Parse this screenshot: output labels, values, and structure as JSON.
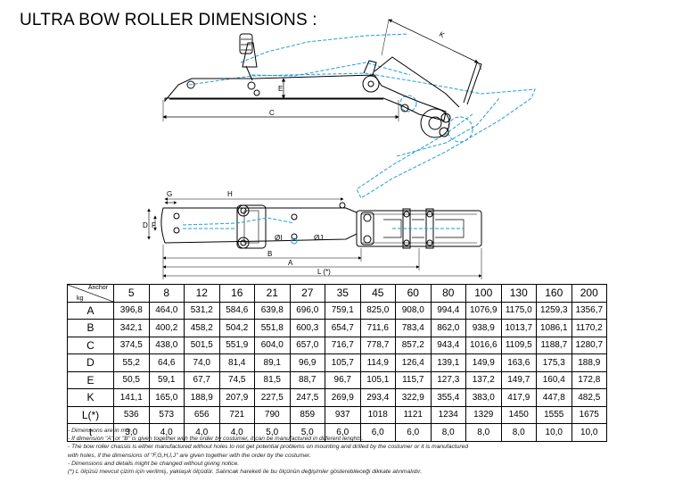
{
  "title": "ULTRA BOW ROLLER DIMENSIONS :",
  "drawing": {
    "side_labels": {
      "k": "K",
      "e": "E",
      "c": "C"
    },
    "top_labels": {
      "g": "G",
      "h": "H",
      "d": "D",
      "f": "F",
      "i": "ØI",
      "j": "ØJ",
      "b": "B",
      "a": "A",
      "l": "L (*)"
    }
  },
  "table": {
    "header": {
      "anchor": "Anchor",
      "kg": "kg"
    },
    "weights": [
      "5",
      "8",
      "12",
      "16",
      "21",
      "27",
      "35",
      "45",
      "60",
      "80",
      "100",
      "130",
      "160",
      "200"
    ],
    "rows": [
      {
        "label": "A",
        "values": [
          "396,8",
          "464,0",
          "531,2",
          "584,6",
          "639,8",
          "696,0",
          "759,1",
          "825,0",
          "908,0",
          "994,4",
          "1076,9",
          "1175,0",
          "1259,3",
          "1356,7"
        ]
      },
      {
        "label": "B",
        "values": [
          "342,1",
          "400,2",
          "458,2",
          "504,2",
          "551,8",
          "600,3",
          "654,7",
          "711,6",
          "783,4",
          "862,0",
          "938,9",
          "1013,7",
          "1086,1",
          "1170,2"
        ]
      },
      {
        "label": "C",
        "values": [
          "374,5",
          "438,0",
          "501,5",
          "551,9",
          "604,0",
          "657,0",
          "716,7",
          "778,7",
          "857,2",
          "943,4",
          "1016,6",
          "1109,5",
          "1188,7",
          "1280,7"
        ]
      },
      {
        "label": "D",
        "values": [
          "55,2",
          "64,6",
          "74,0",
          "81,4",
          "89,1",
          "96,9",
          "105,7",
          "114,9",
          "126,4",
          "139,1",
          "149,9",
          "163,6",
          "175,3",
          "188,9"
        ]
      },
      {
        "label": "E",
        "values": [
          "50,5",
          "59,1",
          "67,7",
          "74,5",
          "81,5",
          "88,7",
          "96,7",
          "105,1",
          "115,7",
          "127,3",
          "137,2",
          "149,7",
          "160,4",
          "172,8"
        ]
      },
      {
        "label": "K",
        "values": [
          "141,1",
          "165,0",
          "188,9",
          "207,9",
          "227,5",
          "247,5",
          "269,9",
          "293,4",
          "322,9",
          "355,4",
          "383,0",
          "417,9",
          "447,8",
          "482,5"
        ]
      },
      {
        "label": "L(*)",
        "values": [
          "536",
          "573",
          "656",
          "721",
          "790",
          "859",
          "937",
          "1018",
          "1121",
          "1234",
          "1329",
          "1450",
          "1555",
          "1675"
        ]
      },
      {
        "label": "t",
        "values": [
          "3,0",
          "4,0",
          "4,0",
          "4,0",
          "5,0",
          "5,0",
          "6,0",
          "6,0",
          "6,0",
          "8,0",
          "8,0",
          "8,0",
          "10,0",
          "10,0"
        ]
      }
    ]
  },
  "notes": [
    "- Dimensions are in mm.",
    "- If dimension \"A\" or \"B\" is given together with the order by costumer, it can be manufactured in different lenghts.",
    "- The bow roller chassis is either manufactured without holes to not get potential problems on mounting and drilled by the costumer or it is manufactured",
    "  with holes, if the  dimensions of \"F,G,H,I,J\" are given together with the order by the costumer.",
    "- Dimensions and details might be changed without giving notice.",
    "(*) L ölçüsü mevcut çizim için verilmiş, yaklaşık ölçüdür. Salıncak hareketi ile bu ölçünün değişimler gösterebileceği dikkate alınmalıdır."
  ],
  "colors": {
    "outline": "#000000",
    "dashed": "#1e9fd6"
  }
}
